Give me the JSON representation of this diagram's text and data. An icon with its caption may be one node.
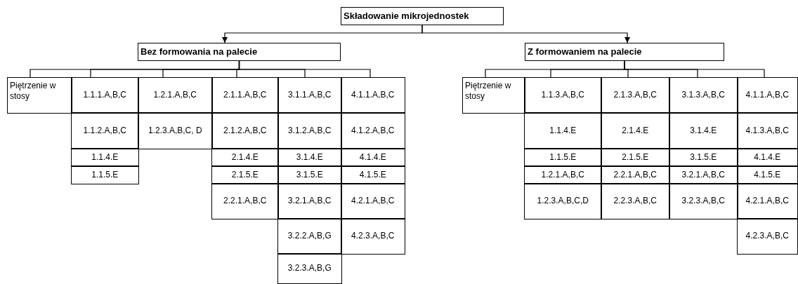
{
  "diagram": {
    "nodes": [
      {
        "text": [
          "Składowanie mikrojednostek"
        ]
      },
      {
        "text": [
          "Bez formowania na palecie"
        ]
      },
      {
        "text": [
          "Z formowaniem na palecie"
        ]
      },
      {
        "text": [
          "Piętrzenie w stosy"
        ]
      },
      {
        "text": [
          "1.1.1.A,B,C"
        ]
      },
      {
        "text": [
          "1.1.2.A,B,C"
        ]
      },
      {
        "text": [
          "1.1.4.E"
        ]
      },
      {
        "text": [
          "1.1.5.E"
        ]
      },
      {
        "text": [
          "1.2.1.A,B,C"
        ]
      },
      {
        "text": [
          "1.2.3.A,B,C, D"
        ]
      },
      {
        "text": [
          "2.1.1.A,B,C"
        ]
      },
      {
        "text": [
          "2.1.2.A,B,C"
        ]
      },
      {
        "text": [
          "2.1.4.E"
        ]
      },
      {
        "text": [
          "2.1.5.E"
        ]
      },
      {
        "text": [
          "2.2.1.A,B,C"
        ]
      },
      {
        "text": [
          "3.1.1.A,B,C"
        ]
      },
      {
        "text": [
          "3.1.2.A,B,C"
        ]
      },
      {
        "text": [
          "3.1.4.E"
        ]
      },
      {
        "text": [
          "3.1.5.E"
        ]
      },
      {
        "text": [
          "3.2.1.A,B,C"
        ]
      },
      {
        "text": [
          "3.2.2.A,B,G"
        ]
      },
      {
        "text": [
          "3.2.3.A,B,G"
        ]
      },
      {
        "text": [
          "4.1.1.A,B,C"
        ]
      },
      {
        "text": [
          "4.1.2.A,B,C"
        ]
      },
      {
        "text": [
          "4.1.4.E"
        ]
      },
      {
        "text": [
          "4.1.5.E"
        ]
      },
      {
        "text": [
          "4.2.1.A,B,C"
        ]
      },
      {
        "text": [
          "4.2.3.A,B,C"
        ]
      },
      {
        "text": [
          "Piętrzenie w stosy"
        ]
      },
      {
        "text": [
          "1.1.3.A,B,C"
        ]
      },
      {
        "text": [
          "1.1.4.E"
        ]
      },
      {
        "text": [
          "1.1.5.E"
        ]
      },
      {
        "text": [
          "1.2.1.A,B,C"
        ]
      },
      {
        "text": [
          "1.2.3.A,B,C,D"
        ]
      },
      {
        "text": [
          "2.1.3.A,B,C"
        ]
      },
      {
        "text": [
          "2.1.4.E"
        ]
      },
      {
        "text": [
          "2.1.5.E"
        ]
      },
      {
        "text": [
          "2.2.1.A,B,C"
        ]
      },
      {
        "text": [
          "2.2.3.A,B,C"
        ]
      },
      {
        "text": [
          "3.1.3.A,B,C"
        ]
      },
      {
        "text": [
          "3.1.4.E"
        ]
      },
      {
        "text": [
          "3.1.5.E"
        ]
      },
      {
        "text": [
          "3.2.1.A,B,C"
        ]
      },
      {
        "text": [
          "3.2.3.A,B,C"
        ]
      },
      {
        "text": [
          "4.1.1.A,B,C"
        ]
      },
      {
        "text": [
          "4.1.3.A,B,C"
        ]
      },
      {
        "text": [
          "4.1.4.E"
        ]
      },
      {
        "text": [
          "4.1.5.E"
        ]
      },
      {
        "text": [
          "4.2.1.A,B,C"
        ]
      },
      {
        "text": [
          "4.2.3.A,B,C"
        ]
      }
    ],
    "edges": [
      {
        "from": 0,
        "to": 1,
        "arrow": "to"
      },
      {
        "from": 0,
        "to": 2,
        "arrow": "to"
      },
      {
        "from": 1,
        "to": 3,
        "arrow": "none"
      },
      {
        "from": 1,
        "to": 4,
        "arrow": "none"
      },
      {
        "from": 1,
        "to": 8,
        "arrow": "none"
      },
      {
        "from": 1,
        "to": 10,
        "arrow": "none"
      },
      {
        "from": 1,
        "to": 15,
        "arrow": "none"
      },
      {
        "from": 1,
        "to": 22,
        "arrow": "none"
      },
      {
        "from": 2,
        "to": 28,
        "arrow": "none"
      },
      {
        "from": 2,
        "to": 29,
        "arrow": "none"
      },
      {
        "from": 2,
        "to": 34,
        "arrow": "none"
      },
      {
        "from": 2,
        "to": 39,
        "arrow": "none"
      },
      {
        "from": 2,
        "to": 44,
        "arrow": "none"
      }
    ]
  }
}
